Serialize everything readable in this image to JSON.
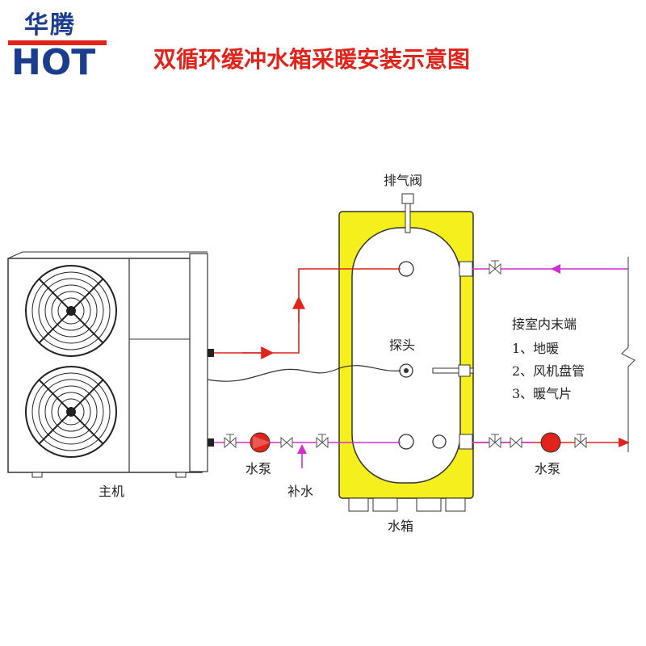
{
  "brand": {
    "chinese": "华腾",
    "latin": "HOT"
  },
  "title": "双循环缓冲水箱采暖安装示意图",
  "labels": {
    "vent_valve": "排气阀",
    "probe": "探头",
    "main_unit": "主机",
    "water_tank": "水箱",
    "makeup_water": "补水",
    "pump_left": "水泵",
    "pump_right": "水泵"
  },
  "terminals": {
    "heading": "接室内末端",
    "items": [
      "1、地暖",
      "2、风机盘管",
      "3、暖气片"
    ]
  },
  "colors": {
    "brand_blue": "#1a3d8f",
    "title_red": "#e2231a",
    "hot_pipe": "#e2231a",
    "return_pipe": "#d12fd1",
    "tank_yellow": "#f5ef1e",
    "pump_red": "#e2231a"
  }
}
